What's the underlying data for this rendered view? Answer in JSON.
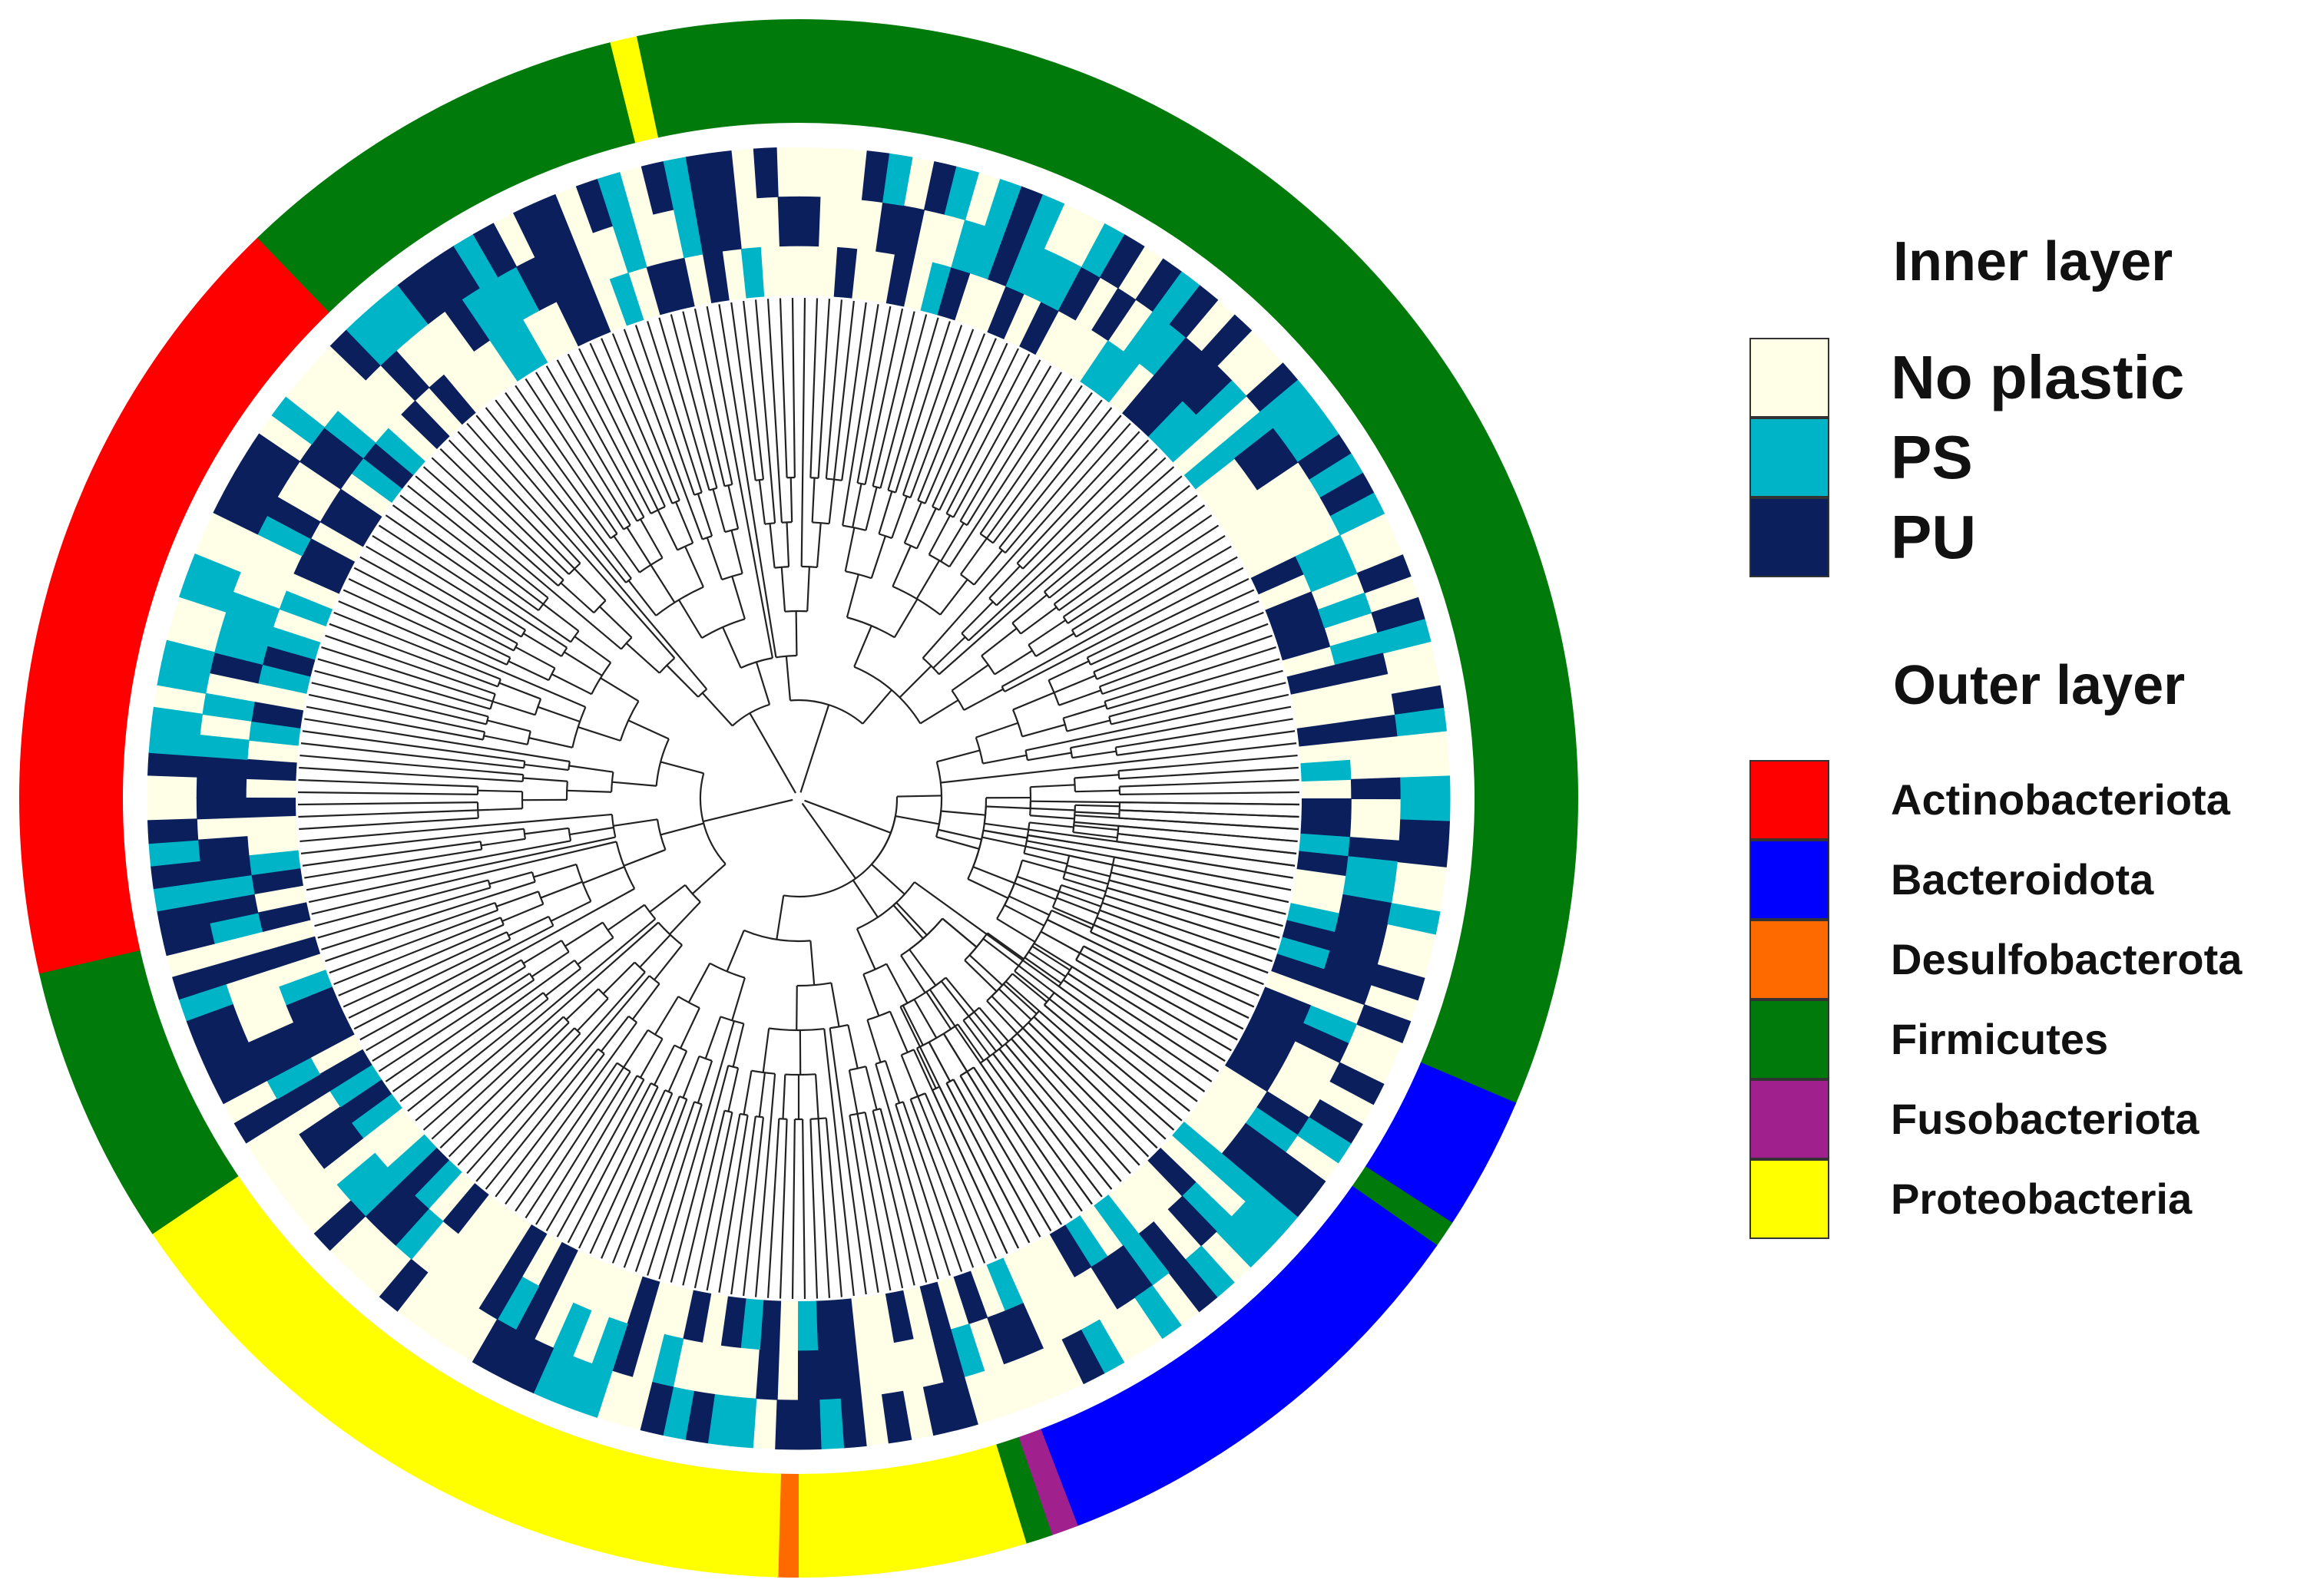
{
  "legend": {
    "inner_title": "Inner layer",
    "inner_items": [
      {
        "label": "No plastic",
        "color": "#FFFEE6"
      },
      {
        "label": "PS",
        "color": "#00B4C8"
      },
      {
        "label": "PU",
        "color": "#0A1F5C"
      }
    ],
    "outer_title": "Outer layer",
    "outer_items": [
      {
        "label": "Actinobacteriota",
        "color": "#FF0000"
      },
      {
        "label": "Bacteroidota",
        "color": "#0000FF"
      },
      {
        "label": "Desulfobacterota",
        "color": "#FF6A00"
      },
      {
        "label": "Firmicutes",
        "color": "#007A0A"
      },
      {
        "label": "Fusobacteriota",
        "color": "#A0208E"
      },
      {
        "label": "Proteobacteria",
        "color": "#FFFF00"
      }
    ]
  },
  "phylum_ring": [
    {
      "phylum": "Firmicutes",
      "from_deg": 0,
      "to_deg": 113
    },
    {
      "phylum": "Bacteroidota",
      "from_deg": 113,
      "to_deg": 123
    },
    {
      "phylum": "Firmicutes",
      "from_deg": 123,
      "to_deg": 125
    },
    {
      "phylum": "Bacteroidota",
      "from_deg": 125,
      "to_deg": 159
    },
    {
      "phylum": "Fusobacteriota",
      "from_deg": 159,
      "to_deg": 161
    },
    {
      "phylum": "Firmicutes",
      "from_deg": 161,
      "to_deg": 163
    },
    {
      "phylum": "Proteobacteria",
      "from_deg": 163,
      "to_deg": 180
    },
    {
      "phylum": "Desulfobacterota",
      "from_deg": 180,
      "to_deg": 181.5
    },
    {
      "phylum": "Proteobacteria",
      "from_deg": 181.5,
      "to_deg": 236
    },
    {
      "phylum": "Firmicutes",
      "from_deg": 236,
      "to_deg": 257
    },
    {
      "phylum": "Actinobacteriota",
      "from_deg": 257,
      "to_deg": 316
    },
    {
      "phylum": "Firmicutes",
      "from_deg": 316,
      "to_deg": 346
    },
    {
      "phylum": "Proteobacteria",
      "from_deg": 346,
      "to_deg": 348
    },
    {
      "phylum": "Firmicutes",
      "from_deg": 348,
      "to_deg": 360
    }
  ]
}
